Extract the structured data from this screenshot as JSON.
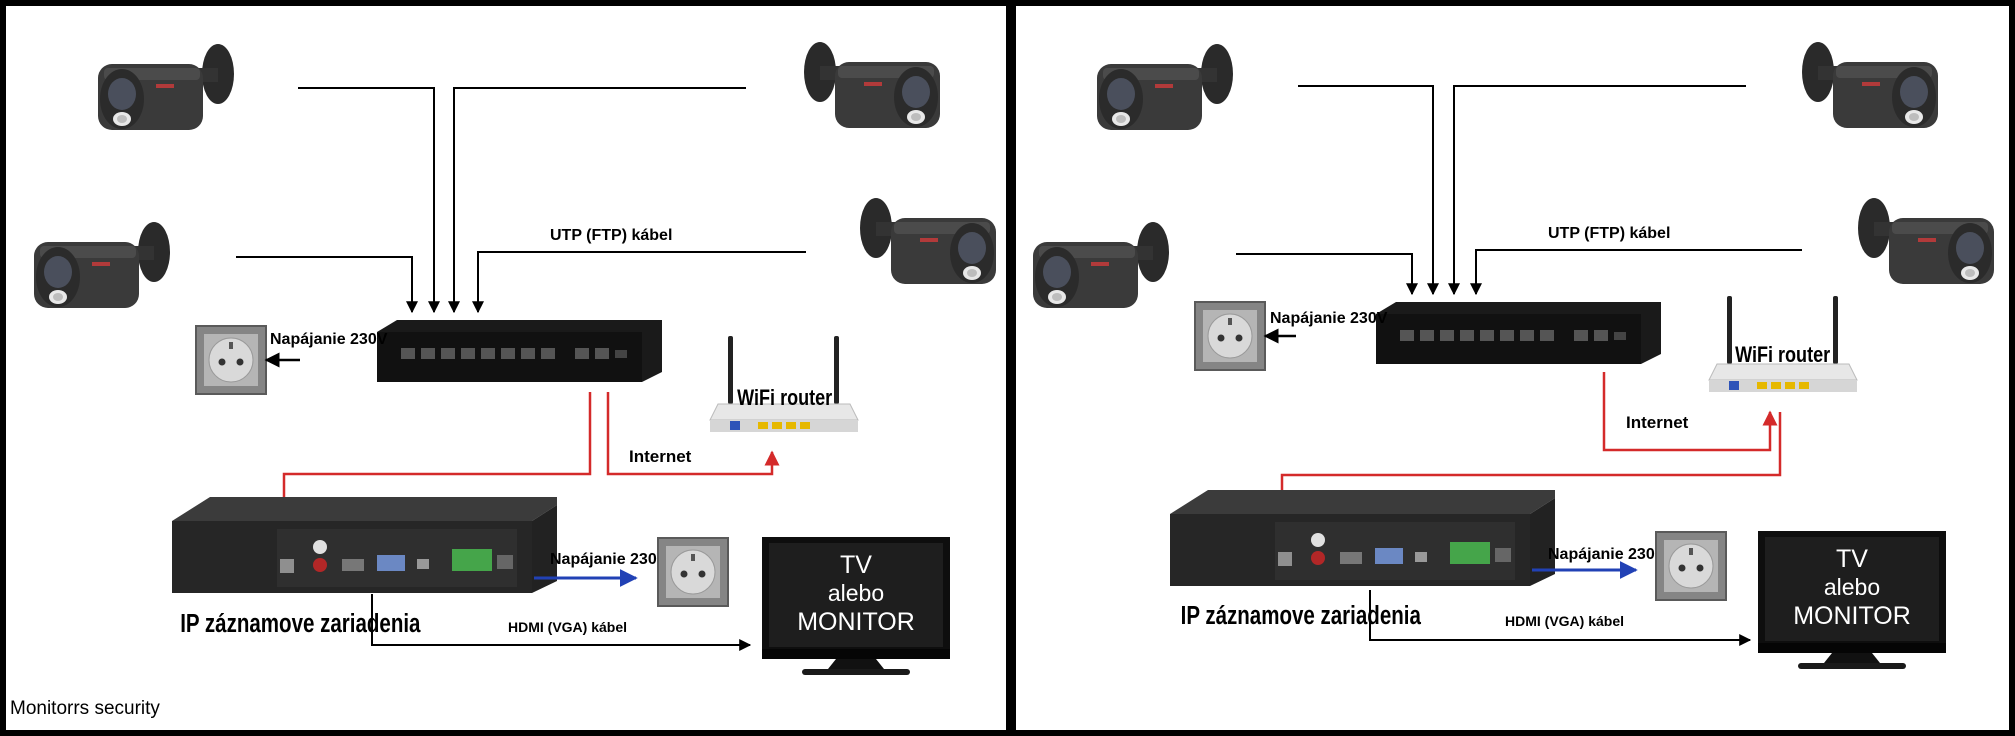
{
  "caption": "Monitorrs security",
  "labels": {
    "utp_cable": "UTP (FTP) kábel",
    "power_230v": "Napájanie 230V",
    "wifi_router": "WiFi router",
    "internet": "Internet",
    "nvr": "IP záznamove zariadenia",
    "hdmi_cable": "HDMI (VGA) kábel",
    "tv_line1": "TV",
    "tv_line2": "alebo",
    "tv_line3": "MONITOR"
  },
  "colors": {
    "cable_black": "#000000",
    "cable_red": "#d42a2a",
    "cable_blue": "#2141b5",
    "device_dark": "#1c1c1c",
    "socket_gray": "#7a7a7a"
  },
  "panels": [
    {
      "name": "diagram-panel-left",
      "router_link_variant": "direct"
    },
    {
      "name": "diagram-panel-right",
      "router_link_variant": "via-router-top"
    }
  ]
}
